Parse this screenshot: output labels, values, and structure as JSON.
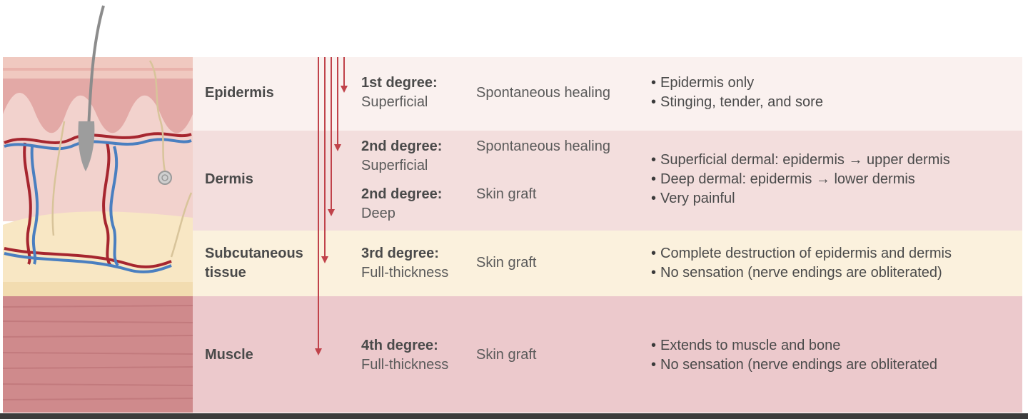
{
  "layers": [
    {
      "name": "Epidermis"
    },
    {
      "name": "Dermis"
    },
    {
      "name": "Subcutaneous tissue",
      "line1": "Subcutaneous",
      "line2": "tissue"
    },
    {
      "name": "Muscle"
    }
  ],
  "degrees": [
    {
      "degree": "1st degree:",
      "type": "Superficial",
      "healing": "Spontaneous healing"
    },
    {
      "degree": "2nd degree:",
      "type": "Superficial",
      "healing": "Spontaneous healing"
    },
    {
      "degree": "2nd degree:",
      "type": "Deep",
      "healing": "Skin graft"
    },
    {
      "degree": "3rd degree:",
      "type": "Full-thickness",
      "healing": "Skin graft"
    },
    {
      "degree": "4th degree:",
      "type": "Full-thickness",
      "healing": "Skin graft"
    }
  ],
  "features": {
    "epidermis": [
      "Epidermis only",
      "Stinging, tender, and sore"
    ],
    "dermis": [
      "Superficial dermal: epidermis → upper dermis",
      "Deep dermal: epidermis → lower dermis",
      "Very painful"
    ],
    "subcutaneous": [
      "Complete destruction of epidermis and dermis",
      "No sensation (nerve endings are obliterated)"
    ],
    "muscle": [
      "Extends to muscle and bone",
      "No sensation (nerve endings are obliterated"
    ]
  },
  "colors": {
    "arrow": "#c0424a",
    "epidermis_row": "#faf1ef",
    "dermis_row": "#f3dedd",
    "subcutaneous_row": "#fbf1dd",
    "muscle_row": "#ecc9cc"
  }
}
